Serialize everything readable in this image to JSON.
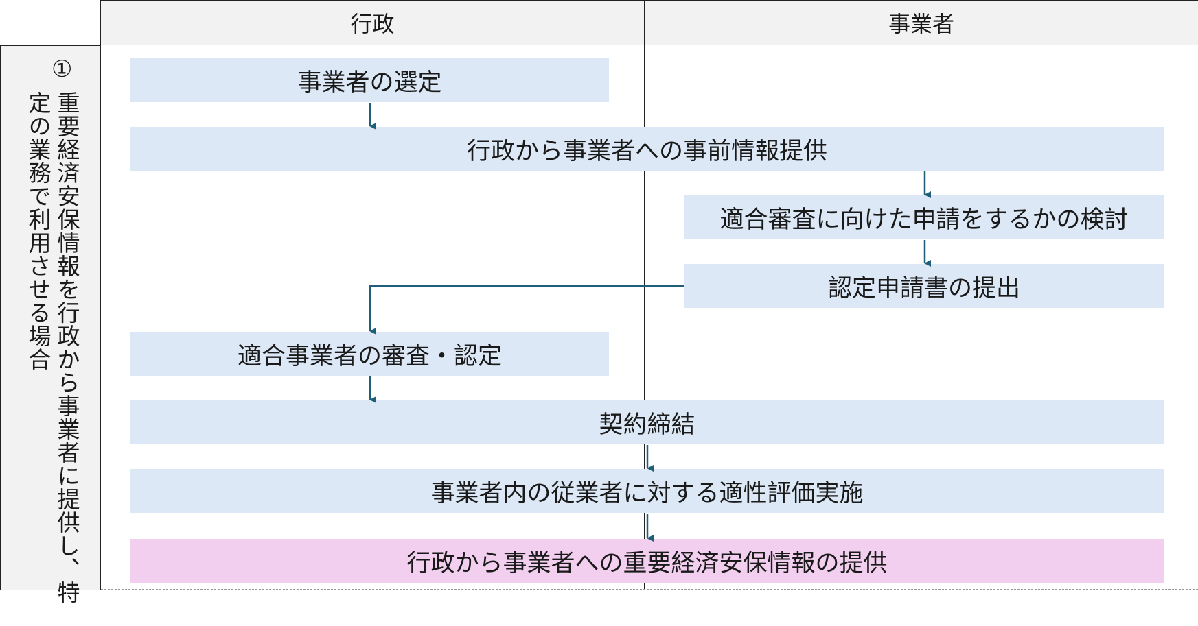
{
  "header": {
    "gyosei": "行政",
    "jigyosha": "事業者"
  },
  "side": {
    "number": "①",
    "text": "重要経済安保情報を行政から事業者に提供し、特定の業務で利用させる場合"
  },
  "steps": {
    "select": "事業者の選定",
    "pre_info": "行政から事業者への事前情報提供",
    "consider": "適合審査に向けた申請をするかの検討",
    "submit": "認定申請書の提出",
    "review": "適合事業者の審査・認定",
    "contract": "契約締結",
    "evaluation": "事業者内の従業者に対する適性評価実施",
    "provide": "行政から事業者への重要経済安保情報の提供"
  },
  "colors": {
    "box": "#dce8f5",
    "highlight": "#f2cfee",
    "arrow": "#1f5f7a"
  }
}
